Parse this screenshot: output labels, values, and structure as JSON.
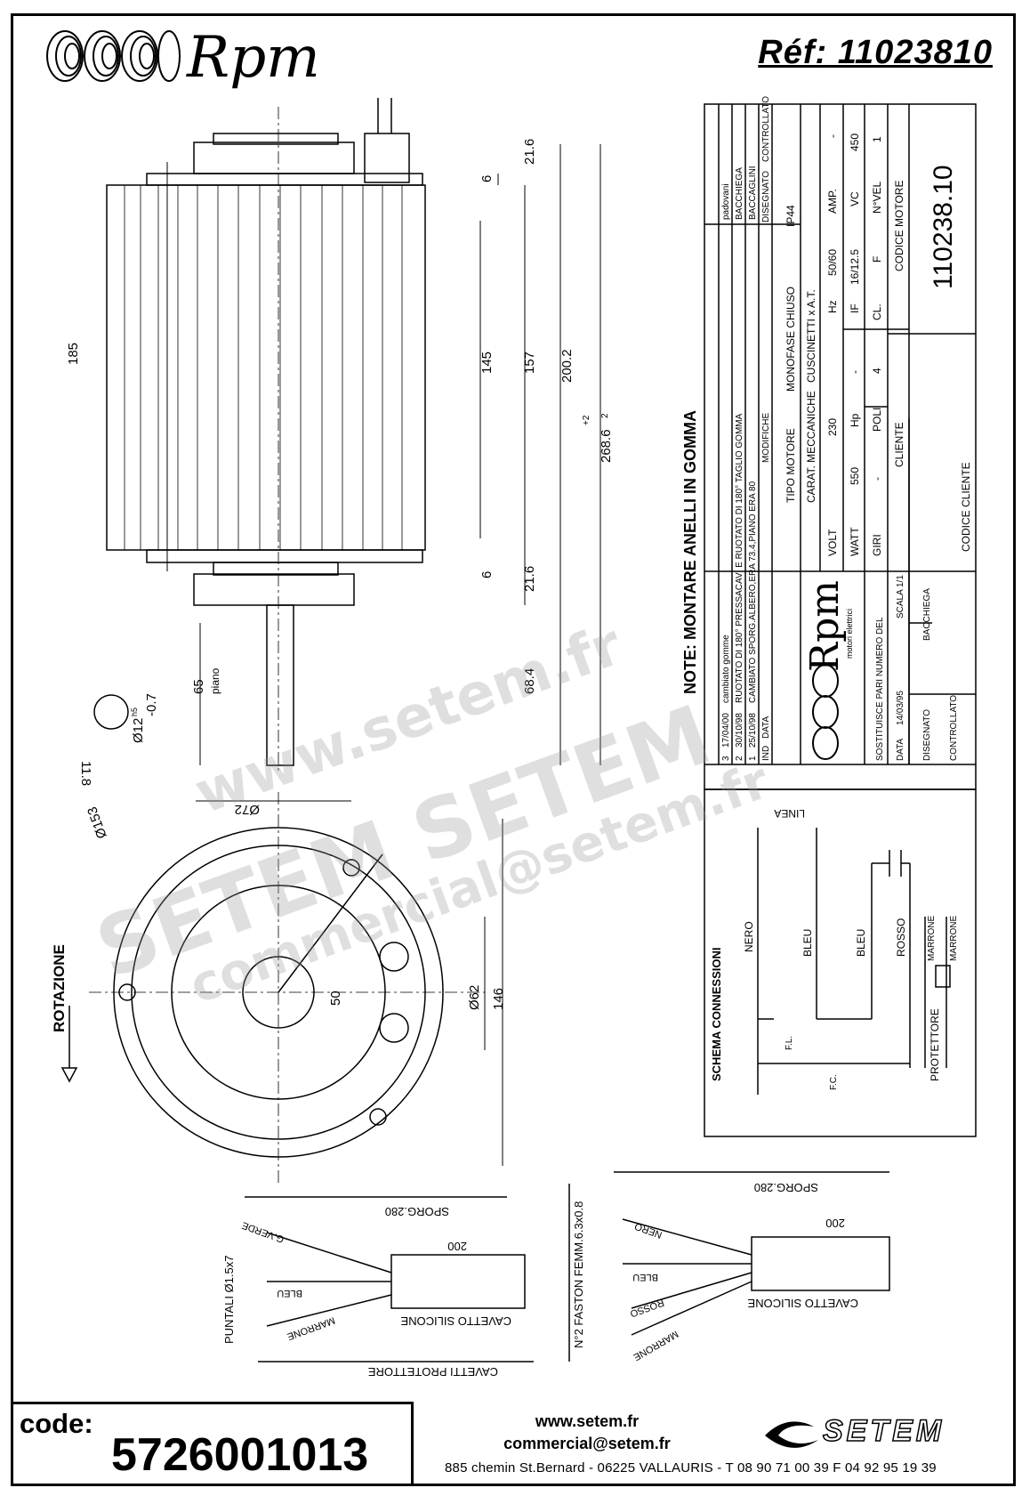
{
  "header": {
    "brand": "Rpm",
    "reference": "Réf:  11023810"
  },
  "dimensions": {
    "d185": "185",
    "d145": "145",
    "d157": "157",
    "d200": "200.2",
    "d268": "268.6",
    "d268_tol": "+2",
    "d268_tol2": "2",
    "d21_top": "21.6",
    "d21_bottom": "21.6",
    "d6_top": "6",
    "d6_bottom": "6",
    "d65": "65",
    "piano": "piano",
    "d68": "68.4",
    "d11": "11.8",
    "d12": "Ø12",
    "h5": "h5",
    "d12_2": "-0.7",
    "d72": "Ø72",
    "d153": "Ø153",
    "d62": "Ø62",
    "d50": "50",
    "d146": "146",
    "rotazione": "ROTAZIONE"
  },
  "note": "NOTE:  MONTARE ANELLI IN GOMMA",
  "modifiche": {
    "rows": [
      {
        "ind": "3",
        "data": "17/04/00",
        "text": "cambiato gomme",
        "drawn": "padovani"
      },
      {
        "ind": "2",
        "data": "30/10/98",
        "text": "RUOTATO DI 180° PRESSACAVI E RUOTATO DI 180° TAGLIO GOMMA",
        "drawn": "BACCHIEGA"
      },
      {
        "ind": "1",
        "data": "25/10/98",
        "text": "CAMBIATO SPORG.ALBERO,ERA 73.4,PIANO ERA 80",
        "drawn": "BACCAGLINI"
      }
    ],
    "header_ind": "IND",
    "header_data": "DATA",
    "header_modifiche": "MODIFICHE",
    "header_disegnato": "DISEGNATO",
    "header_controllato": "CONTROLLATO"
  },
  "motor": {
    "tipo_label": "TIPO MOTORE",
    "tipo_value": "MONOFASE CHIUSO",
    "ip": "IP44",
    "carat_label": "CARAT. MECCANICHE",
    "carat_value": "CUSCINETTI x A.T.",
    "volt_label": "VOLT",
    "volt": "230",
    "hz_label": "Hz",
    "hz": "50/60",
    "amp_label": "AMP.",
    "amp": "-",
    "watt_label": "WATT",
    "watt": "550",
    "hp_label": "Hp",
    "hp": "-",
    "if_label": "IF",
    "if": "16/12.5",
    "vc_label": "VC",
    "vc": "450",
    "giri_label": "GIRI",
    "giri": "-",
    "poli_label": "POLI",
    "poli": "4",
    "cl_label": "CL.",
    "cl": "F",
    "nvel_label": "N°VEL",
    "nvel": "1",
    "cliente_label": "CLIENTE",
    "codice_motore_label": "CODICE MOTORE",
    "codice_motore": "110238.10",
    "codice_cliente_label": "CODICE CLIENTE"
  },
  "titleblock": {
    "brand": "Rpm",
    "brand_sub": "motori elettrici",
    "sostituisce_label": "SOSTITUISCE PARI NUMERO DEL",
    "data_label": "DATA",
    "data": "14/03/95",
    "scala_label": "SCALA",
    "scala": "1/1",
    "disegnato_label": "DISEGNATO",
    "disegnato": "BACCHIEGA",
    "controllato_label": "CONTROLLATO"
  },
  "schema": {
    "title": "SCHEMA CONNESSIONI",
    "linea": "LINEA",
    "nero": "NERO",
    "bleu1": "BLEU",
    "bleu2": "BLEU",
    "rosso": "ROSSO",
    "marrone1": "MARRONE",
    "marrone2": "MARRONE",
    "fl": "F.L.",
    "fc": "F.C.",
    "protettore": "PROTETTORE"
  },
  "cables_left": {
    "sporg": "SPORG.280",
    "d200": "200",
    "verde": "G.VERDE",
    "bleu": "BLEU",
    "marrone": "MARRONE",
    "cavetto": "CAVETTO SILICONE",
    "puntali": "PUNTALI Ø1.5x7",
    "protettore": "CAVETTI PROTETTORE"
  },
  "cables_right": {
    "sporg": "SPORG.280",
    "d200": "200",
    "nero": "NERO",
    "bleu": "BLEU",
    "rosso": "ROSSO",
    "marrone": "MARRONE",
    "cavetto": "CAVETTO SILICONE",
    "faston": "N°2 FASTON FEMM.6.3x0.8"
  },
  "watermark": {
    "line1": "www.setem.fr",
    "line2": "SETEM  SETEM",
    "line3": "commercial@setem.fr"
  },
  "footer": {
    "code_label": "code:",
    "code_value": "5726001013",
    "web": "www.setem.fr",
    "email": "commercial@setem.fr",
    "address": "885 chemin St.Bernard  -  06225 VALLAURIS  -  T 08 90 71 00 39   F 04 92 95 19 39",
    "setem": "SETEM"
  }
}
